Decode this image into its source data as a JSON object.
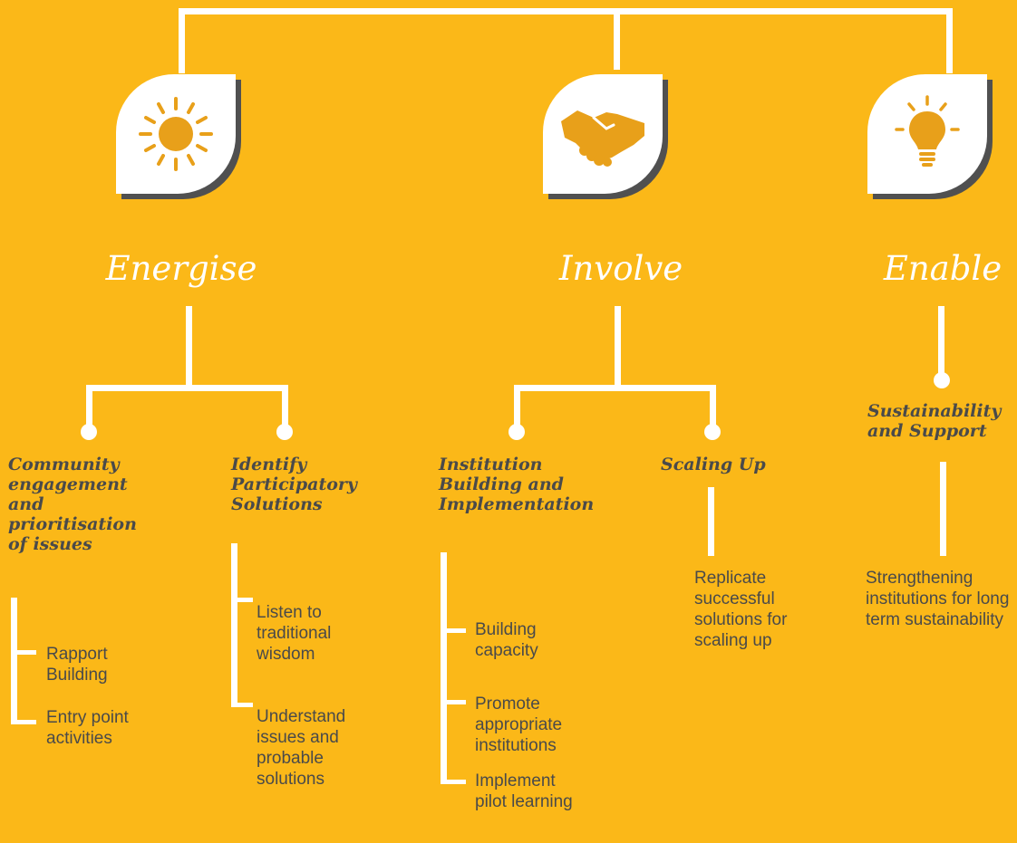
{
  "colors": {
    "background": "#FBB818",
    "lines": "#FFFFFF",
    "icon": "#E8A01A",
    "text": "#4A4A4A"
  },
  "pillars": [
    {
      "title": "Energise",
      "icon": "sun-icon",
      "groups": [
        {
          "heading": "Community engagement and prioritisation of issues",
          "items": [
            "Rapport Building",
            "Entry point activities"
          ]
        },
        {
          "heading": "Identify Participatory Solutions",
          "items": [
            "Listen to traditional wisdom",
            "Understand issues and probable solutions"
          ]
        }
      ]
    },
    {
      "title": "Involve",
      "icon": "handshake-icon",
      "groups": [
        {
          "heading": "Institution Building and Implementation",
          "items": [
            "Building capacity",
            "Promote appropriate institutions",
            "Implement pilot learning"
          ]
        },
        {
          "heading": "Scaling Up",
          "items": [
            "Replicate successful solutions for scaling up"
          ]
        }
      ]
    },
    {
      "title": "Enable",
      "icon": "lightbulb-icon",
      "groups": [
        {
          "heading": "Sustainability and Support",
          "items": [
            "Strengthening institutions for long term sustainability"
          ]
        }
      ]
    }
  ]
}
